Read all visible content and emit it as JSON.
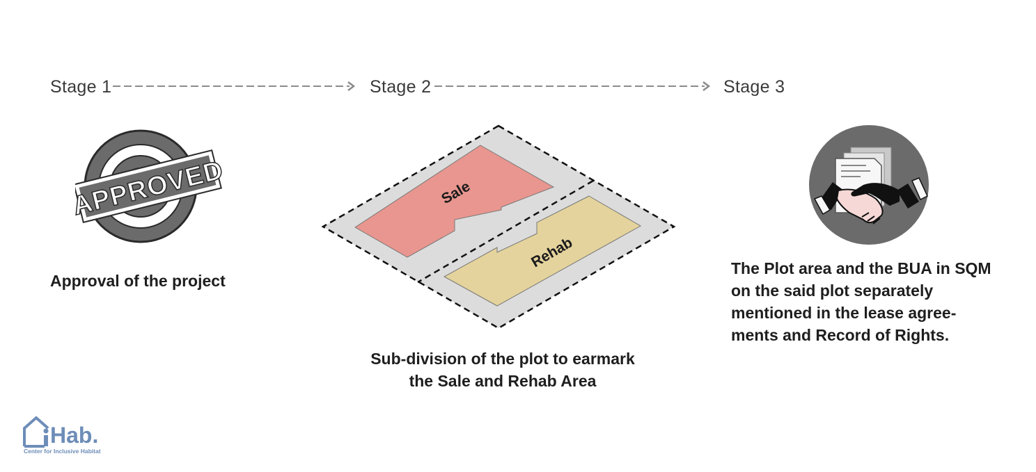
{
  "stages": [
    {
      "label": "Stage 1",
      "caption": "Approval of the project"
    },
    {
      "label": "Stage 2",
      "caption_lines": [
        "Sub-division of the plot to earmark",
        "the Sale and Rehab Area"
      ]
    },
    {
      "label": "Stage 3",
      "caption_lines": [
        "The Plot area and the BUA in SQM",
        "on the said plot separately",
        "mentioned in the lease agree-",
        "ments and Record of Rights."
      ]
    }
  ],
  "stamp": {
    "text": "APPROVED"
  },
  "plot": {
    "sale_label": "Sale",
    "rehab_label": "Rehab"
  },
  "logo": {
    "text": "Hab.",
    "tagline": "Center for Inclusive Habitat"
  },
  "colors": {
    "sale": "#e8968f",
    "rehab": "#e4d39c",
    "plot_base": "#dcdcdc",
    "stamp": "#6b6b6b",
    "logo": "#6d8db8"
  },
  "icons": {
    "stage3": "handshake-document-icon",
    "stage1": "approved-stamp-icon"
  }
}
